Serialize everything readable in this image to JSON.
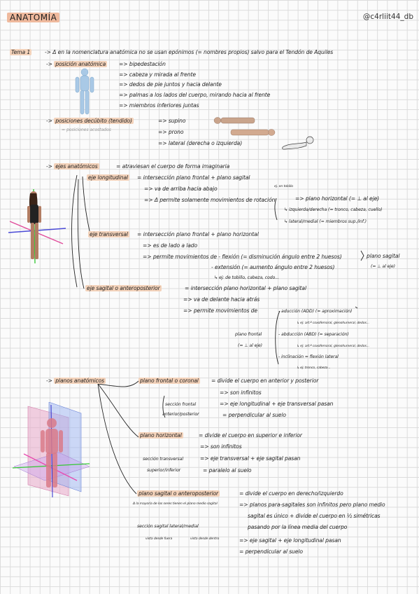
{
  "header": {
    "title": "ANATOMÍA",
    "handle": "@c4rliit44_db"
  },
  "s1": {
    "tema": "Tema 1",
    "intro": "-> Δ en la nomenclatura anatómica no se usan epónimos (= nombres propios) salvo para el Tendón de Aquiles",
    "posicion_label": "posición anatómica",
    "posicion_first": "bipedestación",
    "posicion_items": [
      "cabeza y mirada al frente",
      "dedos de pie juntos y hacia delante",
      "palmas a los lados del cuerpo, mirando hacia al frente",
      "miembros inferiores juntas"
    ],
    "decubito_label": "posiciones decúbito (tendido)",
    "decubito_note": "= posiciones acostados",
    "decubito_items": [
      "supino",
      "prono",
      "lateral (derecha o izquierda)"
    ]
  },
  "s2": {
    "ejes_label": "ejes anatómicos",
    "ejes_def": "= atraviesan el cuerpo de forma imaginaria",
    "long_label": "eje longitudinal",
    "long_def": "= intersección plano frontal + plano sagital",
    "long_items": [
      "=> va de arriba hacia abajo",
      "=> Δ permite solamente movimientos de rotación"
    ],
    "rot_note": "ej. en tobillo",
    "rot_plane": "=> plano horizontal (= ⊥ al eje)",
    "rot_items": [
      "↳ izquierda/derecha (= tronco, cabeza, cuello)",
      "↳ lateral/medial (= miembros sup./inf.)"
    ],
    "trans_label": "eje transversal",
    "trans_def": "= intersección plano frontal + plano horizontal",
    "trans_items": [
      "=> es de lado a lado",
      "=> permite movimientos de - flexión (= disminución ángulo entre 2 huesos)",
      "- extensión (= aumento ángulo entre 2 huesos)",
      "↳ ej: de tobillo, cabeza, codo..."
    ],
    "trans_plane": [
      "plano sagital",
      "(= ⊥ al eje)"
    ],
    "sag_label": "eje sagital o anteroposterior",
    "sag_def": "= intersección plano horizontal + plano sagital",
    "sag_items": [
      "=> va de delante hacia atrás",
      "=> permite movimientos de"
    ],
    "sag_moves": [
      "- aducción (ADD) (= aproximación)",
      "↳ ej: art.ª coxofemoral, glenohumeral, dedos...",
      "- abducción (ABD) (= separación)",
      "↳ ej: art.ª coxofemoral, glenohumeral, dedos...",
      "- inclinación = flexión lateral",
      "↳ ej: tronco, cabeza..."
    ],
    "sag_plane": [
      "plano frontal",
      "(= ⊥ al eje)"
    ]
  },
  "s3": {
    "planos_label": "planos anatómicos",
    "frontal_label": "plano frontal o coronal",
    "frontal_def": "= divide el cuerpo en anterior y posterior",
    "frontal_items": [
      "=> son infinitos",
      "=> eje longitudinal + eje transversal pasan",
      "= perpendicular al suelo"
    ],
    "frontal_side": [
      "sección frontal",
      "anterior/posterior"
    ],
    "horiz_label": "plano horizontal",
    "horiz_def": "= divide el cuerpo en superior e inferior",
    "horiz_items": [
      "=> son infinitos",
      "=> eje transversal + eje sagital pasan",
      "= paralelo al suelo"
    ],
    "horiz_side": [
      "sección transversal",
      "superior/inferior"
    ],
    "sag_label": "plano sagital o anteroposterior",
    "sag_def": "= divide el cuerpo en derecho/izquierdo",
    "sag_note": "Δ la mayoría de los seres tienen el plano medio sagital",
    "sag_items": [
      "=> planos para-sagitales son infinitos pero plano medio",
      "sagital es único + divide el cuerpo en ½ simétricas",
      "pasando por la línea media del cuerpo",
      "=> eje sagital + eje longitudinal pasan",
      "= perpendicular al suelo"
    ],
    "sag_side": "sección sagital lateral/medial",
    "sag_views": [
      "vista desde fuera",
      "vista desde dentro"
    ]
  }
}
